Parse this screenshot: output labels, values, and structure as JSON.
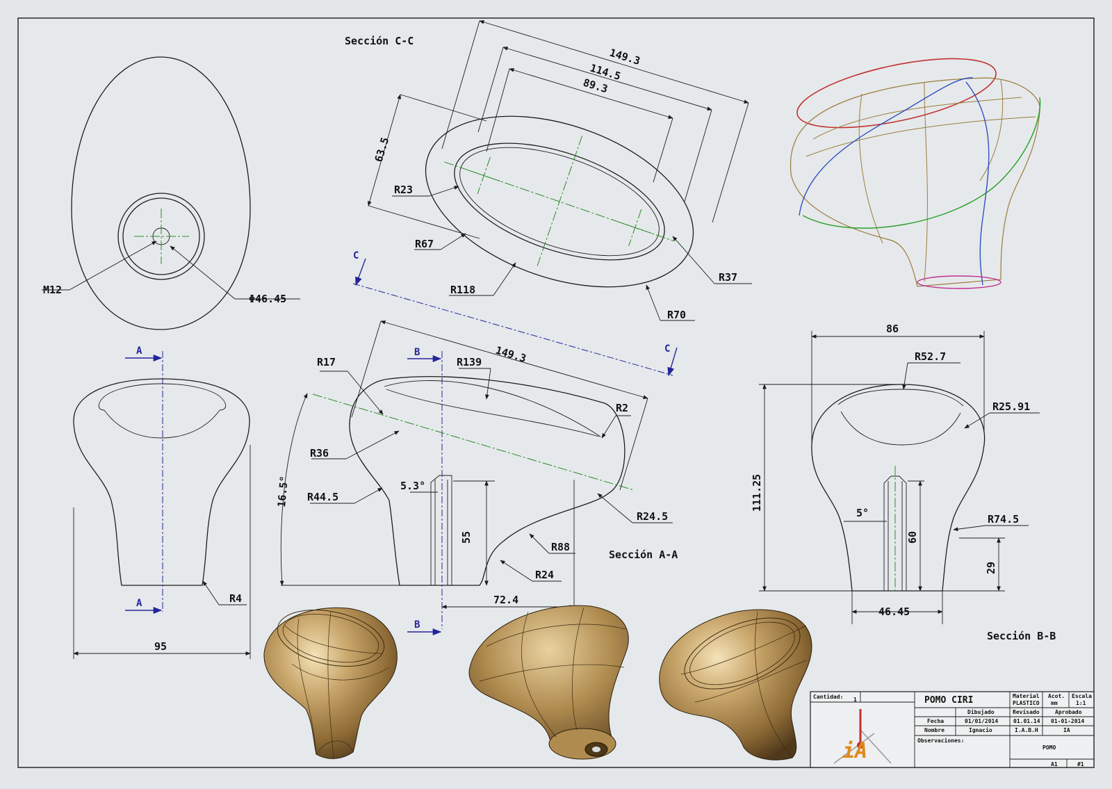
{
  "views": {
    "section_cc_title": "Sección C-C",
    "section_aa_title": "Sección A-A",
    "section_bb_title": "Sección B-B"
  },
  "cutting_planes": {
    "a": "A",
    "b": "B",
    "c": "C"
  },
  "dimensions": {
    "top": {
      "thread": "M12",
      "diameter": "Φ46.45"
    },
    "front": {
      "width": "95",
      "radius": "R4"
    },
    "section_cc": {
      "d1": "149.3",
      "d2": "114.5",
      "d3": "89.3",
      "d4": "63.5",
      "r23": "R23",
      "r67": "R67",
      "r118": "R118",
      "r37": "R37",
      "r70": "R70"
    },
    "section_aa": {
      "length": "149.3",
      "r17": "R17",
      "r139": "R139",
      "r2": "R2",
      "r36": "R36",
      "angle": "16.5°",
      "r445": "R44.5",
      "bore_angle": "5.3°",
      "bore_depth": "55",
      "r245": "R24.5",
      "r88": "R88",
      "r24": "R24",
      "offset": "72.4"
    },
    "section_bb": {
      "width": "86",
      "r527": "R52.7",
      "r2591": "R25.91",
      "height": "111.25",
      "bore_angle": "5°",
      "bore_depth": "60",
      "r745": "R74.5",
      "neck": "29",
      "base": "46.45"
    }
  },
  "title_block": {
    "quantity_label": "Cantidad:",
    "quantity": "1",
    "title": "POMO CIRI",
    "material_label": "Material",
    "material": "PLASTICO",
    "units_label": "Acot.",
    "units": "mm",
    "scale_label": "Escala",
    "scale": "1:1",
    "drawn_header": "Dibujado",
    "reviewed_header": "Revisado",
    "approved_header": "Aprobado",
    "date_label": "Fecha",
    "drawn_date": "01/01/2014",
    "reviewed_date": "01.01.14",
    "approved_date": "01-01-2014",
    "name_label": "Nombre",
    "drawn_name": "Ignacio",
    "reviewed_name": "I.A.B.H",
    "approved_name": "IA",
    "observations_label": "Observaciones:",
    "part_name": "POMO",
    "sheet_size": "A1",
    "sheet_number": "#1",
    "logo_text": "iA"
  },
  "colors": {
    "line": "#1c1c1c",
    "section_line": "#24249a",
    "centerline": "#2a8a2a",
    "wood": "#a8874d",
    "background": "#e4e7e9"
  }
}
